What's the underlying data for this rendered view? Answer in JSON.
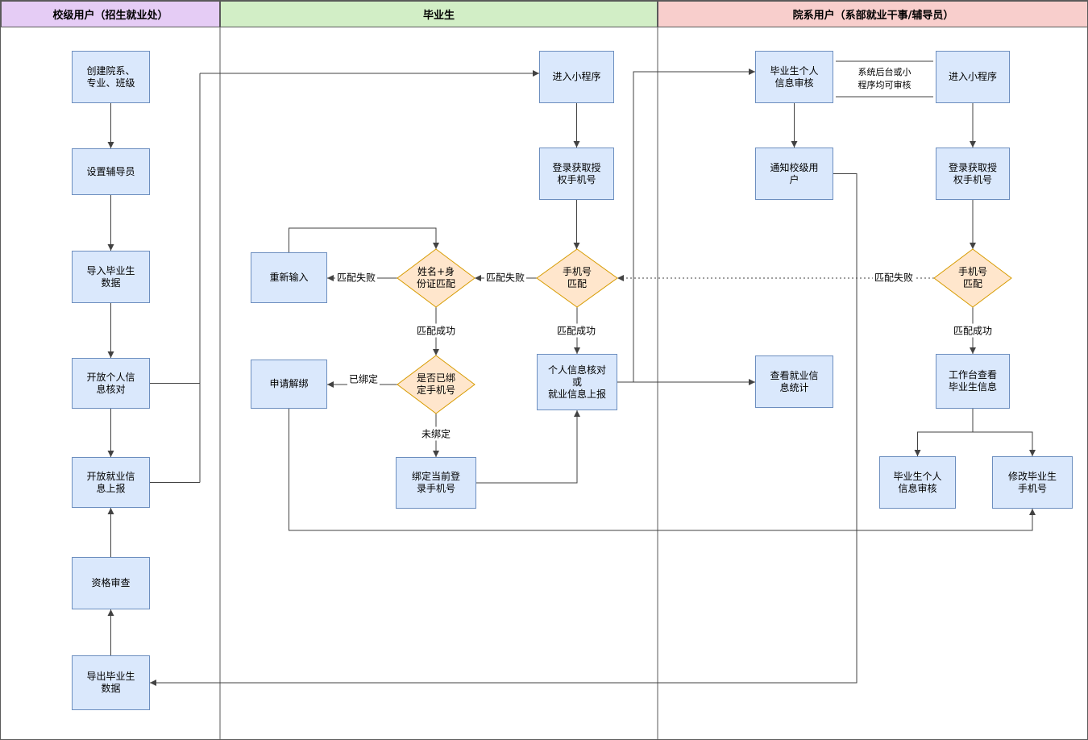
{
  "lanes": {
    "school": {
      "title": "校级用户（招生就业处）",
      "fill": "#e5ccf5"
    },
    "graduate": {
      "title": "毕业生",
      "fill": "#d2eec6"
    },
    "department": {
      "title": "院系用户（系部就业干事/辅导员）",
      "fill": "#f8cecc"
    }
  },
  "colors": {
    "process_fill": "#dae8fc",
    "process_stroke": "#6c8ebf",
    "decision_fill": "#ffe6cc",
    "decision_stroke": "#d79b00",
    "line": "#424242"
  },
  "nodes": {
    "create_departments": "创建院系、\n专业、班级",
    "set_counselor": "设置辅导员",
    "import_graduate_data": "导入毕业生\n数据",
    "open_info_check": "开放个人信\n息核对",
    "open_employment_report": "开放就业信\n息上报",
    "qualification_review": "资格审查",
    "export_graduate_data": "导出毕业生\n数据",
    "enter_miniapp_grad": "进入小程序",
    "login_auth_phone_grad": "登录获取授\n权手机号",
    "phone_match_grad": "手机号\n匹配",
    "name_id_match": "姓名+身\n份证匹配",
    "reenter": "重新输入",
    "bound_check": "是否已绑\n定手机号",
    "unbind_request": "申请解绑",
    "bind_current_phone": "绑定当前登\n录手机号",
    "info_check_or_report": "个人信息核对\n或\n就业信息上报",
    "grad_info_review_top": "毕业生个人\n信息审核",
    "enter_miniapp_dept": "进入小程序",
    "notify_school_user": "通知校级用\n户",
    "login_auth_phone_dept": "登录获取授\n权手机号",
    "phone_match_dept": "手机号\n匹配",
    "workbench_view_grad": "工作台查看\n毕业生信息",
    "view_employment_stats": "查看就业信\n息统计",
    "grad_info_review_bottom": "毕业生个人\n信息审核",
    "modify_grad_phone": "修改毕业生\n手机号"
  },
  "note": "系统后台或小\n程序均可审核",
  "edge_labels": {
    "fail_grad_phone": "匹配失败",
    "fail_name_id": "匹配失败",
    "success_name_id": "匹配成功",
    "success_grad_phone": "匹配成功",
    "bound": "已绑定",
    "unbound": "未绑定",
    "fail_dept_phone": "匹配失败",
    "success_dept_phone": "匹配成功"
  }
}
